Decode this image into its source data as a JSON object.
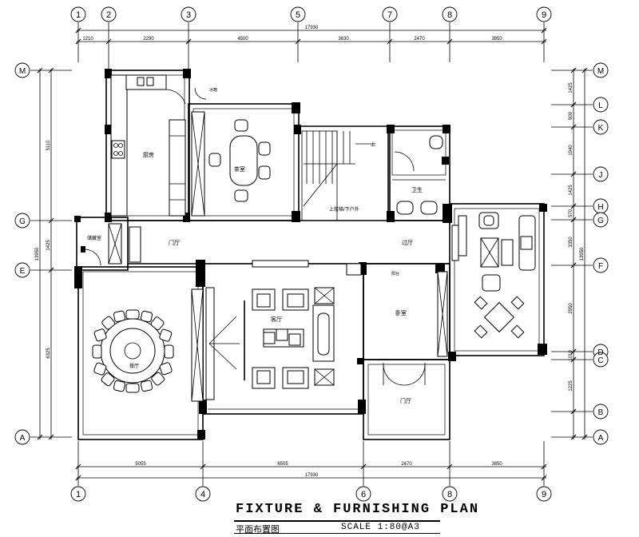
{
  "title": "FIXTURE & FURNISHING PLAN",
  "subtitle": "平面布置图",
  "scale": "SCALE  1:80@A3",
  "axes": {
    "top": [
      "1",
      "2",
      "3",
      "5",
      "7",
      "8",
      "9"
    ],
    "bottom": [
      "1",
      "4",
      "6",
      "8",
      "9"
    ],
    "left": [
      "M",
      "G",
      "E",
      "A"
    ],
    "right": [
      "M",
      "L",
      "K",
      "J",
      "H",
      "G",
      "F",
      "D",
      "C",
      "B",
      "A"
    ]
  },
  "dimensions": {
    "top_segments": [
      "1210",
      "2290",
      "4500",
      "3630",
      "2470",
      "3850"
    ],
    "top_total": "17930",
    "bottom_segments": [
      "5055",
      "6505",
      "2470",
      "3850"
    ],
    "bottom_total": "17930",
    "left_outer": "13950",
    "left_segments": [
      "5110",
      "1425",
      "6325"
    ],
    "right_segments": [
      "1425",
      "900",
      "1940",
      "1425",
      "570",
      "3350",
      "2950",
      "1010",
      "1225"
    ],
    "right_total": "13950"
  },
  "rooms": {
    "kitchen": "厨房",
    "tea_room": "茶室",
    "foyer_left": "门厅",
    "storage": "储藏室",
    "restroom": "卫生",
    "corridor": "过厅",
    "dining": "餐厅",
    "living": "客厅",
    "bedroom": "卧室",
    "entry": "门厅",
    "stair_note": "上楼梯/下户外",
    "stair_up": "上",
    "label_small": "阳台",
    "label_p": "冰箱"
  }
}
